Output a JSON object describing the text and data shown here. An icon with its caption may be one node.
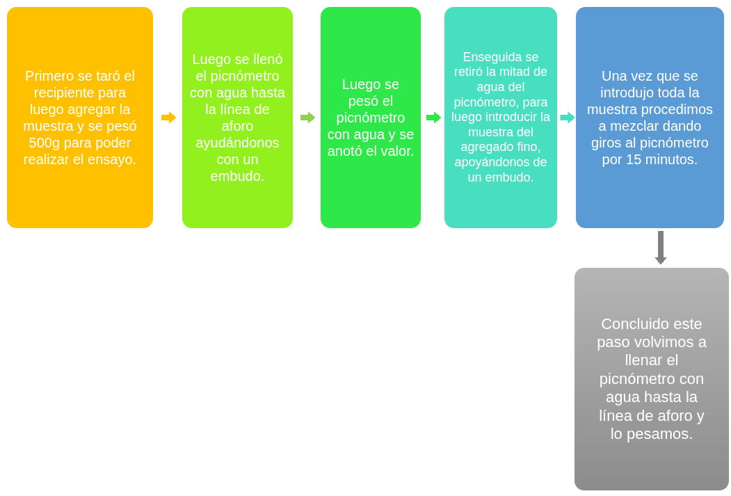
{
  "diagram": {
    "nodes": [
      {
        "text": [
          "Primero se taró el recipiente para luego agregar la muestra y se pesó 500g para poder realizar el ensayo."
        ]
      },
      {
        "text": [
          "Luego se llenó el picnómetro con agua hasta la línea de aforo ayudándonos con un embudo."
        ]
      },
      {
        "text": [
          "Luego se pesó el picnómetro con agua y se anotó el valor."
        ]
      },
      {
        "text": [
          "Enseguida se retiró la mitad de agua del picnómetro, para luego introducir la muestra del agregado fino, apoyándonos de un embudo."
        ]
      },
      {
        "text": [
          "Una vez que se introdujo toda la muestra procedimos a mezclar dando giros al picnómetro por 15 minutos."
        ]
      },
      {
        "text": [
          "Concluido este paso volvimos a llenar el picnómetro con agua hasta la línea de aforo y lo pesamos."
        ]
      }
    ],
    "edges": [
      {
        "from": 0,
        "to": 1,
        "arrow": "to",
        "color": "#ffc000"
      },
      {
        "from": 1,
        "to": 2,
        "arrow": "to",
        "color": "#92d050"
      },
      {
        "from": 2,
        "to": 3,
        "arrow": "to",
        "color": "#2ee84a"
      },
      {
        "from": 3,
        "to": 4,
        "arrow": "to",
        "color": "#48dfc0"
      },
      {
        "from": 4,
        "to": 5,
        "arrow": "to",
        "color": "#7f7f7f"
      }
    ]
  }
}
